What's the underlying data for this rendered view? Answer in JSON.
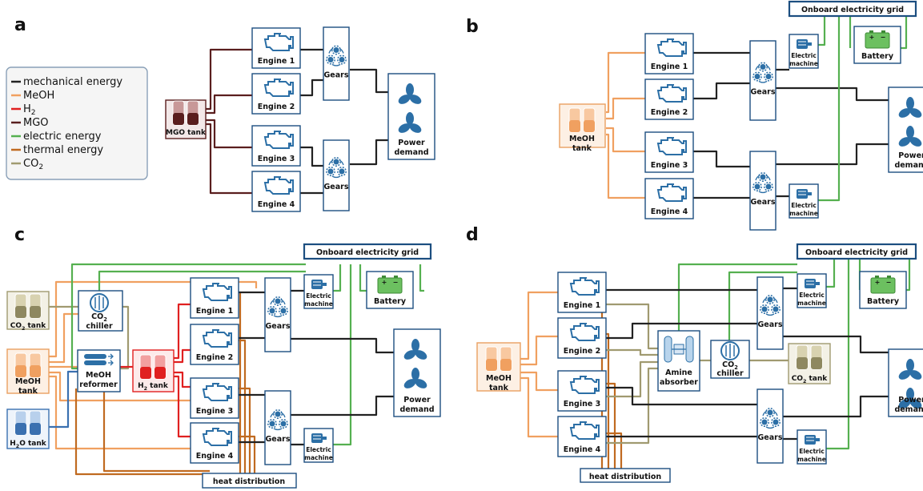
{
  "panels": [
    "a",
    "b",
    "c",
    "d"
  ],
  "legend": {
    "items": [
      {
        "label": "mechanical energy",
        "color": "#222222"
      },
      {
        "label": "MeOH",
        "color": "#f0a060"
      },
      {
        "label": "H",
        "sub": "2",
        "color": "#e02020"
      },
      {
        "label": "MGO",
        "color": "#5a1e1e"
      },
      {
        "label": "electric energy",
        "color": "#55b050"
      },
      {
        "label": "thermal energy",
        "color": "#c06a20"
      },
      {
        "label": "CO",
        "sub": "2",
        "color": "#a09a70"
      }
    ]
  },
  "labels": {
    "engine1": "Engine 1",
    "engine2": "Engine 2",
    "engine3": "Engine 3",
    "engine4": "Engine 4",
    "gears": "Gears",
    "power": "Power",
    "demand": "demand",
    "mgo_tank": "MGO tank",
    "meoh": "MeOH",
    "tank": "tank",
    "grid": "Onboard electricity grid",
    "electric": "Electric",
    "machine": "machine",
    "battery": "Battery",
    "co2_tank_co": "CO",
    "co2_tank_sub": "2",
    "co2_tank_rest": " tank",
    "chiller": "chiller",
    "reformer": "reformer",
    "h2_tank_h": "H",
    "h2_tank_sub": "2",
    "h2_tank_rest": " tank",
    "h2o_tank_h": "H",
    "h2o_tank_sub": "2",
    "h2o_tank_rest": "O tank",
    "heat": "heat distribution",
    "amine": "Amine",
    "absorber": "absorber"
  },
  "colors": {
    "mechanical": "#222222",
    "meoh": "#f0a060",
    "h2": "#e02020",
    "mgo": "#5a1e1e",
    "electric": "#55b050",
    "thermal": "#c06a20",
    "co2": "#a09a70",
    "box_stroke": "#1c4e80",
    "icon": "#2c6fa6"
  }
}
